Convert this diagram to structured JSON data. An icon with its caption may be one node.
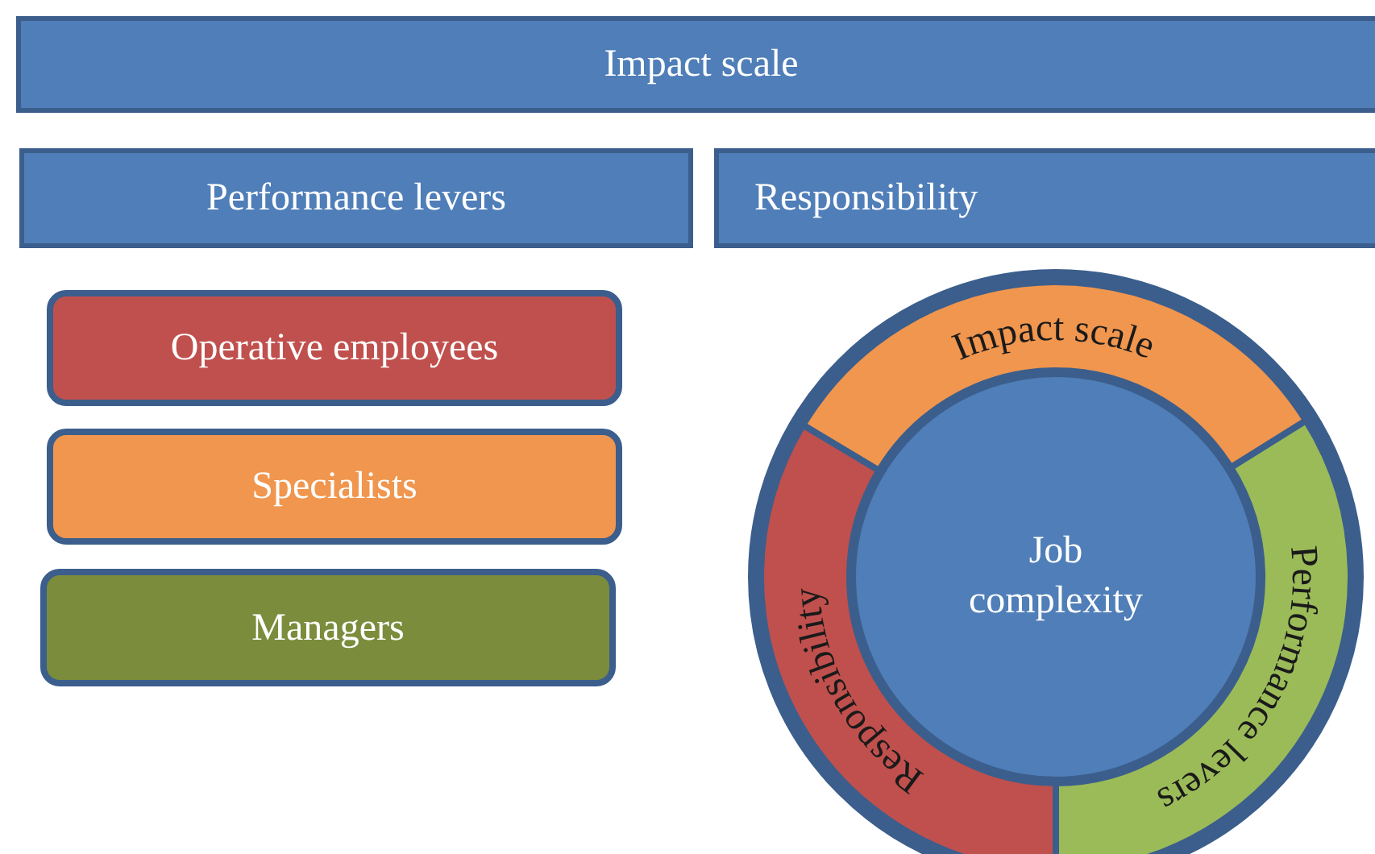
{
  "diagram": {
    "nodes": [
      {
        "text": [
          "Impact scale"
        ]
      },
      {
        "text": [
          "Performance levers"
        ]
      },
      {
        "text": [
          "Responsibility"
        ]
      },
      {
        "text": [
          "Operative employees"
        ]
      },
      {
        "text": [
          "Specialists"
        ]
      },
      {
        "text": [
          "Managers"
        ]
      },
      {
        "text": [
          "Impact scale"
        ]
      },
      {
        "text": [
          "Performance levers"
        ]
      },
      {
        "text": [
          "Responsibility"
        ]
      },
      {
        "text": [
          "Job complexity"
        ]
      }
    ]
  }
}
